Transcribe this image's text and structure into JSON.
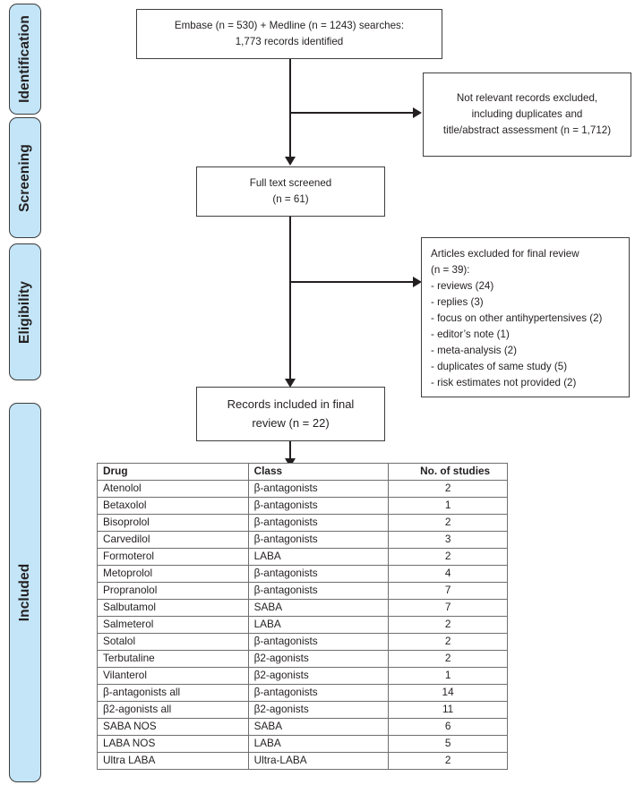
{
  "phases": [
    {
      "label": "Identification"
    },
    {
      "label": "Screening"
    },
    {
      "label": "Eligibility"
    },
    {
      "label": "Included"
    }
  ],
  "flow": {
    "identification_box": {
      "lines": [
        "Embase (n = 530) + Medline (n = 1243) searches:",
        "1,773 records identified"
      ]
    },
    "excluded_screening_box": {
      "lines": [
        "Not relevant records excluded,",
        "including duplicates and",
        "title/abstract assessment (n = 1,712)"
      ]
    },
    "full_text_box": {
      "lines": [
        "Full text screened",
        "(n = 61)"
      ]
    },
    "excluded_eligibility_box": {
      "lines": [
        "Articles excluded for final review",
        "(n = 39):",
        "- reviews (24)",
        "- replies (3)",
        "- focus on other antihypertensives (2)",
        "- editor’s note (1)",
        "- meta-analysis (2)",
        "- duplicates of same study (5)",
        "- risk estimates not provided (2)"
      ]
    },
    "included_box": {
      "lines": [
        "Records included in final",
        "review (n = 22)"
      ]
    }
  },
  "table": {
    "columns": [
      "Drug",
      "Class",
      "No. of studies"
    ],
    "rows": [
      [
        "Atenolol",
        "β-antagonists",
        "2"
      ],
      [
        "Betaxolol",
        "β-antagonists",
        "1"
      ],
      [
        "Bisoprolol",
        "β-antagonists",
        "2"
      ],
      [
        "Carvedilol",
        "β-antagonists",
        "3"
      ],
      [
        "Formoterol",
        "LABA",
        "2"
      ],
      [
        "Metoprolol",
        "β-antagonists",
        "4"
      ],
      [
        "Propranolol",
        "β-antagonists",
        "7"
      ],
      [
        "Salbutamol",
        "SABA",
        "7"
      ],
      [
        "Salmeterol",
        "LABA",
        "2"
      ],
      [
        "Sotalol",
        "β-antagonists",
        "2"
      ],
      [
        "Terbutaline",
        "β2-agonists",
        "2"
      ],
      [
        "Vilanterol",
        "β2-agonists",
        "1"
      ],
      [
        "β-antagonists all",
        "β-antagonists",
        "14"
      ],
      [
        "β2-agonists all",
        "β2-agonists",
        "11"
      ],
      [
        "SABA NOS",
        "SABA",
        "6"
      ],
      [
        "LABA NOS",
        "LABA",
        "5"
      ],
      [
        "Ultra LABA",
        "Ultra-LABA",
        "2"
      ]
    ]
  },
  "colors": {
    "phase_fill": "#c3e5f7",
    "phase_border": "#3c3c3c",
    "box_border": "#3f3f3f",
    "connector": "#231f20",
    "table_border": "#6f6f6f"
  }
}
